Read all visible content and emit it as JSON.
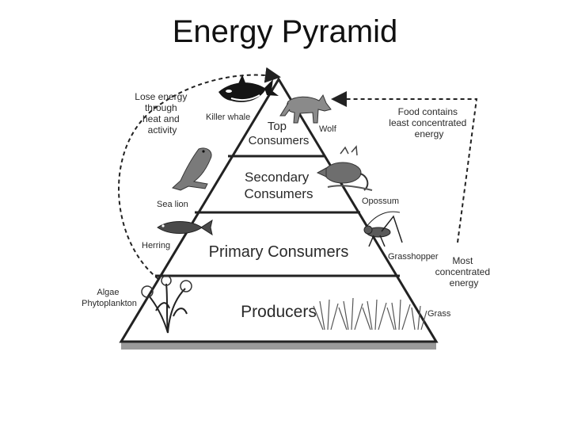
{
  "title": "Energy Pyramid",
  "tiers": {
    "top": [
      "Top",
      "Consumers"
    ],
    "secondary": [
      "Secondary",
      "Consumers"
    ],
    "primary": "Primary Consumers",
    "producers": "Producers"
  },
  "organisms": {
    "killer_whale": "Killer whale",
    "wolf": "Wolf",
    "sea_lion": "Sea lion",
    "opossum": "Opossum",
    "herring": "Herring",
    "grasshopper": "Grasshopper",
    "algae": [
      "Algae",
      "Phytoplankton"
    ],
    "grass": "Grass"
  },
  "notes": {
    "lose_energy": [
      "Lose energy",
      "through",
      "heat and",
      "activity"
    ],
    "least_energy": [
      "Food contains",
      "least concentrated",
      "energy"
    ],
    "most_energy": [
      "Most",
      "concentrated",
      "energy"
    ]
  },
  "colors": {
    "outline": "#222222",
    "base_shadow": "#9a9a9a",
    "text": "#2a2a2a"
  }
}
